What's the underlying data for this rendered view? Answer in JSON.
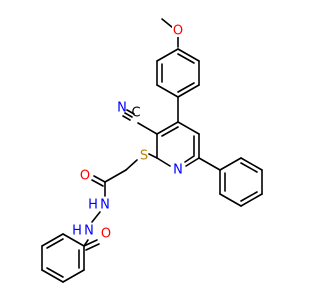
{
  "structure": {
    "labels": {
      "methoxy_o": "O",
      "nitrile_n": "N",
      "nitrile_c": "C",
      "thioether_s": "S",
      "pyridine_n": "N",
      "carbonyl_o1": "O",
      "hydrazide_n1": "N",
      "hydrazide_h1": "H",
      "hydrazide_n2": "N",
      "hydrazide_h2": "H",
      "carbonyl_o2": "O"
    },
    "colors": {
      "bond": "#000000",
      "oxygen": "#ff0000",
      "nitrogen": "#0000ff",
      "sulfur": "#b8860b",
      "carbon": "#000000"
    }
  }
}
